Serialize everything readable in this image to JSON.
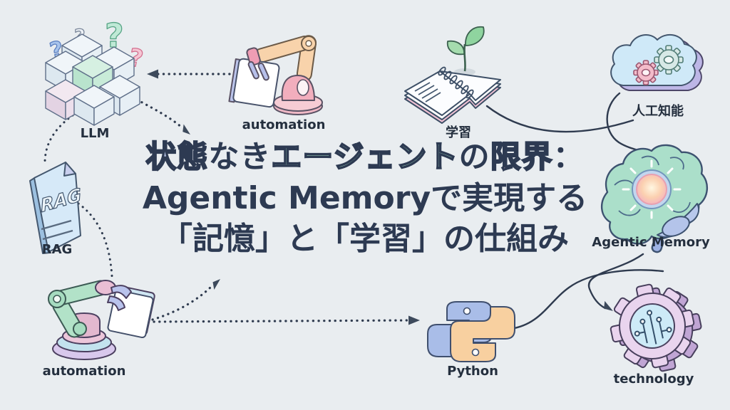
{
  "background": "#e9edf0",
  "palette": {
    "navy": "#2d3a52",
    "periwinkle": "#b9c6e8",
    "mint": "#a5dcc0",
    "pink": "#f3bed0",
    "connector_dark": "#2f3b4f",
    "label_color": "#242f3e"
  },
  "title": {
    "line1_segments": [
      {
        "text": "状態",
        "color": "#b9c6e8",
        "outlined": true
      },
      {
        "text": "なき",
        "color": "#2d3a52",
        "outlined": false
      },
      {
        "text": "エージェント",
        "color": "#a5dcc0",
        "outlined": true
      },
      {
        "text": "の",
        "color": "#2d3a52",
        "outlined": false
      },
      {
        "text": "限界",
        "color": "#f3bed0",
        "outlined": true
      },
      {
        "text": "：",
        "color": "#2d3a52",
        "outlined": false
      }
    ],
    "line2": "Agentic Memoryで実現する",
    "line3": "「記憶」と「学習」の仕組み",
    "outline_color": "#2d3a52"
  },
  "decorations": {
    "question_marks": [
      {
        "glyph": "?",
        "color": "#a8c4ec"
      },
      {
        "glyph": "?",
        "color": "#edf1f6"
      },
      {
        "glyph": "?",
        "color": "#bfe9d6"
      },
      {
        "glyph": "?",
        "color": "#f5c6d4"
      }
    ]
  },
  "nodes": [
    {
      "id": "llm",
      "label": "LLM",
      "icon": "cube-blocks-icon"
    },
    {
      "id": "automation-top",
      "label": "automation",
      "icon": "robot-arm-icon"
    },
    {
      "id": "learning",
      "label": "学習",
      "icon": "notebook-sprout-icon"
    },
    {
      "id": "ai-cloud",
      "label": "人工知能",
      "icon": "cloud-gears-icon"
    },
    {
      "id": "rag",
      "label": "RAG",
      "icon": "document-icon",
      "doc_text": "RAG"
    },
    {
      "id": "agentic-memory",
      "label": "Agentic Memory",
      "icon": "brain-icon"
    },
    {
      "id": "automation-bottom",
      "label": "automation",
      "icon": "robot-arm-icon"
    },
    {
      "id": "python",
      "label": "Python",
      "icon": "python-logo-icon"
    },
    {
      "id": "technology",
      "label": "technology",
      "icon": "gear-circuit-icon"
    }
  ],
  "connectors": [
    {
      "from": "automation-top",
      "to": "llm",
      "style": "dotted-arrow"
    },
    {
      "from": "llm",
      "to": "title",
      "style": "dotted-arrow"
    },
    {
      "from": "llm",
      "to": "rag",
      "style": "dotted"
    },
    {
      "from": "rag",
      "to": "automation-bottom",
      "style": "dotted"
    },
    {
      "from": "automation-bottom",
      "to": "title",
      "style": "dotted-arrow"
    },
    {
      "from": "automation-bottom",
      "to": "python",
      "style": "dotted-arrow"
    },
    {
      "from": "learning",
      "to": "agentic-memory",
      "style": "solid"
    },
    {
      "from": "ai-cloud",
      "to": "agentic-memory",
      "style": "solid"
    },
    {
      "from": "agentic-memory",
      "to": "technology",
      "style": "solid-arrow"
    },
    {
      "from": "python",
      "to": "agentic-memory",
      "style": "solid"
    }
  ]
}
